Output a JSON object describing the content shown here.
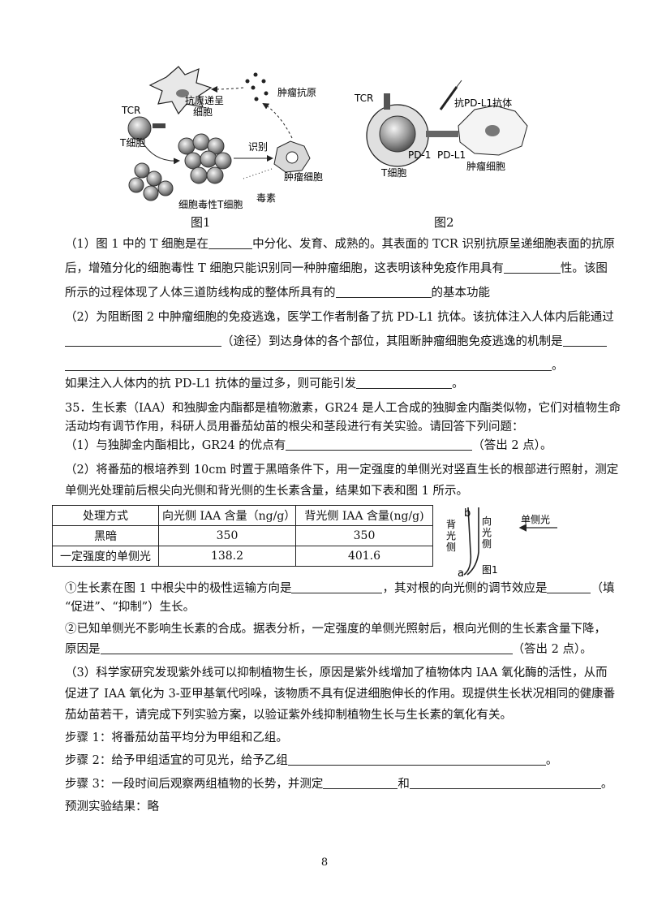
{
  "figures": {
    "fig1": {
      "caption": "图1",
      "labels": {
        "apc": "抗原递呈",
        "apc2": "细胞",
        "tcr": "TCR",
        "tcell": "T细胞",
        "tumor_antigen": "肿瘤抗原",
        "recognize": "识别",
        "tumor_cell": "肿瘤细胞",
        "toxin": "毒素",
        "ctl": "细胞毒性T细胞"
      }
    },
    "fig2": {
      "caption": "图2",
      "labels": {
        "tcr": "TCR",
        "antibody": "抗PD-L1抗体",
        "pd1": "PD-1",
        "pdl1": "PD-L1",
        "tcell": "T细胞",
        "tumor_cell": "肿瘤细胞"
      }
    },
    "fig_root": {
      "caption": "图1",
      "labels": {
        "b": "b",
        "a": "a",
        "backlight": "背光侧",
        "towardlight": "向光侧",
        "light": "单侧光"
      }
    }
  },
  "q34": {
    "p1_l1_a": "（1）图 1 中的 T 细胞是在",
    "p1_l1_b": "中分化、发育、成熟的。其表面的 TCR 识别抗原呈递细胞表面的抗原",
    "p1_l2_a": "后，增殖分化的细胞毒性 T 细胞只能识别同一种肿瘤细胞，这表明该种免疫作用具有",
    "p1_l2_b": "性。该图",
    "p1_l3_a": "所示的过程体现了人体三道防线构成的整体所具有的",
    "p1_l3_b": "的基本功能",
    "p2_l1": "（2）为阻断图 2 中肿瘤细胞的免疫逃逸，医学工作者制备了抗 PD-L1 抗体。该抗体注入人体内后能通过",
    "p2_l2_a": "（途径）到达身体的各个部位，其阻断肿瘤细胞免疫逃逸的机制是",
    "p2_l3_end": "。",
    "p2_l4_a": "如果注入人体内的抗 PD-L1 抗体的量过多，则可能引发",
    "p2_l4_b": "。"
  },
  "q35": {
    "intro_l1": "35．生长素（IAA）和独脚金内酯都是植物激素，GR24 是人工合成的独脚金内酯类似物，它们对植物生命",
    "intro_l2": "活动均有调节作用，科研人员用番茄幼苗的根尖和茎段进行有关实验。请回答下列问题：",
    "p1_a": "（1）与独脚金内酯相比，GR24 的优点有",
    "p1_b": "（答出 2 点）。",
    "p2_l1": "（2）将番茄的根培养到 10cm 时置于黑暗条件下，用一定强度的单侧光对竖直生长的根部进行照射，测定",
    "p2_l2": "单侧光处理前后根尖向光侧和背光侧的生长素含量，结果如下表和图 1 所示。",
    "table": {
      "headers": [
        "处理方式",
        "向光侧 IAA 含量（ng/g）",
        "背光侧 IAA 含量(ng/g)"
      ],
      "rows": [
        [
          "黑暗",
          "350",
          "350"
        ],
        [
          "一定强度的单侧光",
          "138.2",
          "401.6"
        ]
      ]
    },
    "s1_a": "①生长素在图 1 中根尖中的极性运输方向是",
    "s1_b": "，其对根的向光侧的调节效应是",
    "s1_c": "（填",
    "s1_l2": "“促进”、“抑制”）生长。",
    "s2_l1": "②已知单侧光不影响生长素的合成。据表分析，一定强度的单侧光照射后，根向光侧的生长素含量下降，",
    "s2_l2_a": "原因是",
    "s2_l2_b": "（答出 2 点）。",
    "p3_l1": "（3）科学家研究发现紫外线可以抑制植物生长，原因是紫外线增加了植物体内 IAA 氧化酶的活性，从而",
    "p3_l2": "促进了 IAA 氧化为 3-亚甲基氧代吲哚，该物质不具有促进细胞伸长的作用。现提供生长状况相同的健康番",
    "p3_l3": "茄幼苗若干，请完成下列实验方案，以验证紫外线抑制植物生长与生长素的氧化有关。",
    "step1": "步骤 1：将番茄幼苗平均分为甲组和乙组。",
    "step2_a": "步骤 2：给予甲组适宜的可见光，给予乙组",
    "step2_b": "。",
    "step3_a": "步骤 3：一段时间后观察两组植物的长势，并测定",
    "step3_b": "和",
    "step3_c": "。",
    "predict": "预测实验结果：略"
  },
  "page_number": "8"
}
